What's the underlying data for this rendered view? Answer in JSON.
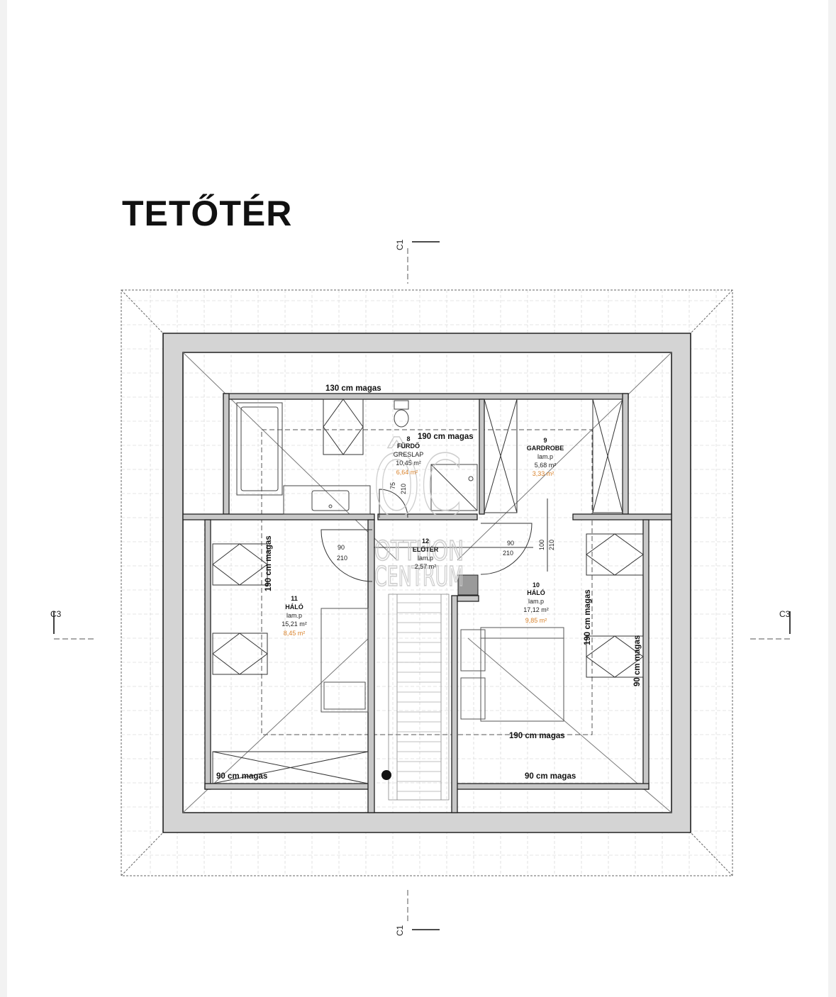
{
  "title": "TETŐTÉR",
  "section_markers": {
    "top": "C1",
    "bottom": "C1",
    "left": "C3",
    "right": "C3"
  },
  "rooms": [
    {
      "id": "bath",
      "number": "8",
      "name": "FÜRDŐ",
      "floor": "GRESLAP",
      "area": "10,45 m²",
      "area_reduced": "6,64 m²"
    },
    {
      "id": "wardrobe",
      "number": "9",
      "name": "GARDROBE",
      "floor": "lam.p",
      "area": "5,68 m²",
      "area_reduced": "3,33 m²"
    },
    {
      "id": "bedroom10",
      "number": "10",
      "name": "HÁLÓ",
      "floor": "lam.p",
      "area": "17,12 m²",
      "area_reduced": "9,85 m²"
    },
    {
      "id": "bedroom11",
      "number": "11",
      "name": "HÁLÓ",
      "floor": "lam.p",
      "area": "15,21 m²",
      "area_reduced": "8,45 m²"
    },
    {
      "id": "hall",
      "number": "12",
      "name": "ELŐTÉR",
      "floor": "lam.p",
      "area": "2,57 m²",
      "area_reduced": ""
    }
  ],
  "height_labels": {
    "top_130": "130 cm magas",
    "bath_190": "190 cm magas",
    "left_190": "190 cm magas",
    "bottom_190": "190 cm magas",
    "right_190": "190 cm magas",
    "left_90": "90 cm magas",
    "bottom_90": "90 cm magas",
    "right_90": "90 cm magas"
  },
  "door_dims": {
    "bath": {
      "width": "75",
      "height": "210"
    },
    "left": {
      "width": "90",
      "height": "210"
    },
    "right": {
      "width": "90",
      "height": "210"
    },
    "wardrobe": {
      "width": "100",
      "height": "210"
    }
  },
  "watermark": {
    "logo": "ÔC",
    "line1": "OTTHON",
    "line2": "CENTRUM"
  }
}
